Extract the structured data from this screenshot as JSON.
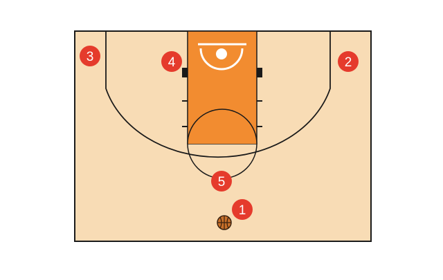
{
  "diagram": {
    "court_color": "#f8dcb5",
    "paint_color": "#f28c30",
    "line_color": "#1a1a1a",
    "player_color": "#e53b2c",
    "player_label_color": "#ffffff",
    "players": [
      {
        "id": "player-1",
        "label": "1",
        "has_ball": false
      },
      {
        "id": "player-2",
        "label": "2",
        "has_ball": false
      },
      {
        "id": "player-3",
        "label": "3",
        "has_ball": false
      },
      {
        "id": "player-4",
        "label": "4",
        "has_ball": false
      },
      {
        "id": "player-5",
        "label": "5",
        "has_ball": false
      }
    ],
    "ball": {
      "icon": "basketball-icon",
      "color": "#c8702a"
    }
  }
}
